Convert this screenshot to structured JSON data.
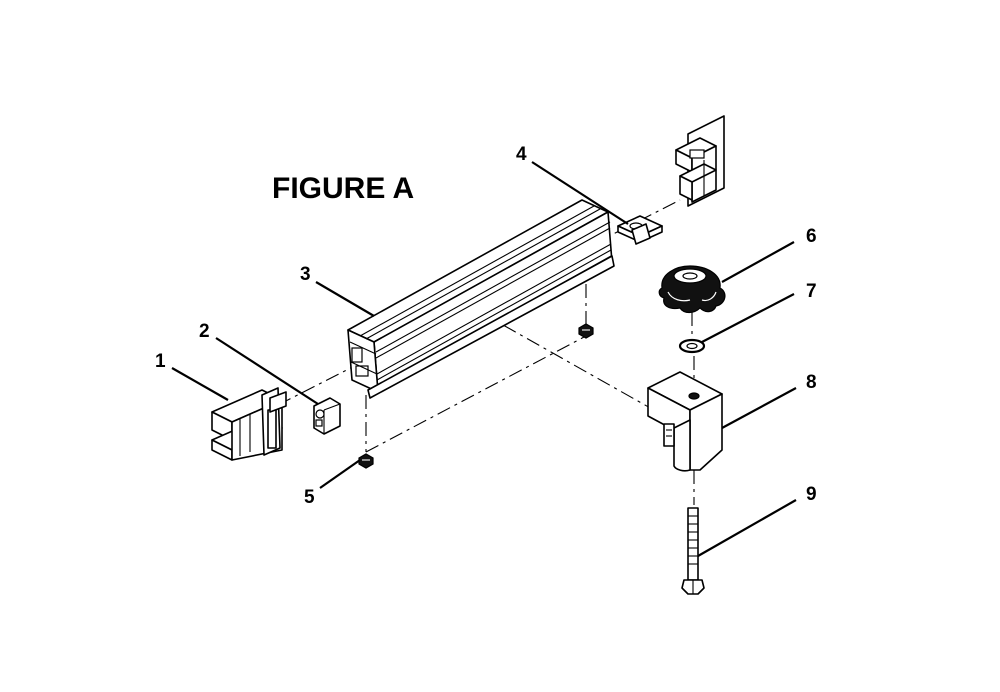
{
  "figure": {
    "title": "FIGURE A"
  },
  "callouts": [
    {
      "id": "1",
      "label": "1"
    },
    {
      "id": "2",
      "label": "2"
    },
    {
      "id": "3",
      "label": "3"
    },
    {
      "id": "4",
      "label": "4"
    },
    {
      "id": "5",
      "label": "5"
    },
    {
      "id": "6",
      "label": "6"
    },
    {
      "id": "7",
      "label": "7"
    },
    {
      "id": "8",
      "label": "8"
    },
    {
      "id": "9",
      "label": "9"
    }
  ]
}
